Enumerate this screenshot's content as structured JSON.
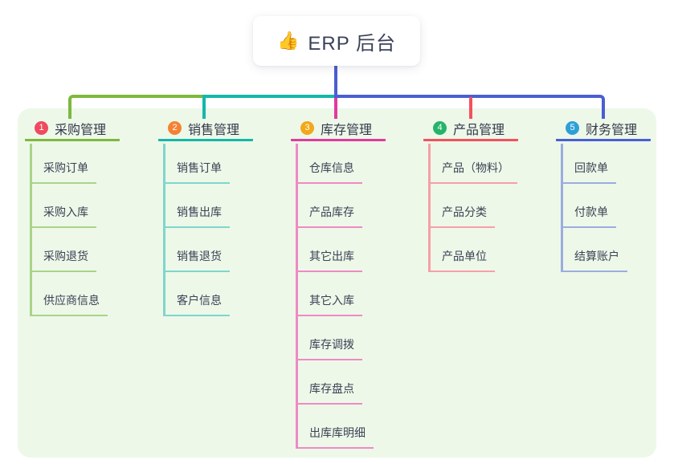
{
  "root": {
    "icon_glyph": "👍",
    "icon_name": "thumbs-up-icon",
    "label": "ERP 后台"
  },
  "panel_background": "#edf8e9",
  "root_connector_color": "#4a5ed2",
  "branches": [
    {
      "badge": "1",
      "label": "采购管理",
      "badge_color": "#f04a5e",
      "line_color": "#7cb93e",
      "child_line_color": "#a9d488",
      "children": [
        "采购订单",
        "采购入库",
        "采购退货",
        "供应商信息"
      ]
    },
    {
      "badge": "2",
      "label": "销售管理",
      "badge_color": "#f58233",
      "line_color": "#13b8a8",
      "child_line_color": "#7fd6cb",
      "children": [
        "销售订单",
        "销售出库",
        "销售退货",
        "客户信息"
      ]
    },
    {
      "badge": "3",
      "label": "库存管理",
      "badge_color": "#f3a71b",
      "line_color": "#e23a9e",
      "child_line_color": "#ef8ac4",
      "children": [
        "仓库信息",
        "产品库存",
        "其它出库",
        "其它入库",
        "库存调拨",
        "库存盘点",
        "出库库明细"
      ]
    },
    {
      "badge": "4",
      "label": "产品管理",
      "badge_color": "#26b36b",
      "line_color": "#f5505d",
      "child_line_color": "#f79fa7",
      "children": [
        "产品（物料）",
        "产品分类",
        "产品单位"
      ]
    },
    {
      "badge": "5",
      "label": "财务管理",
      "badge_color": "#2da0d8",
      "line_color": "#4a5ed2",
      "child_line_color": "#9badde",
      "children": [
        "回款单",
        "付款单",
        "结算账户"
      ]
    }
  ]
}
